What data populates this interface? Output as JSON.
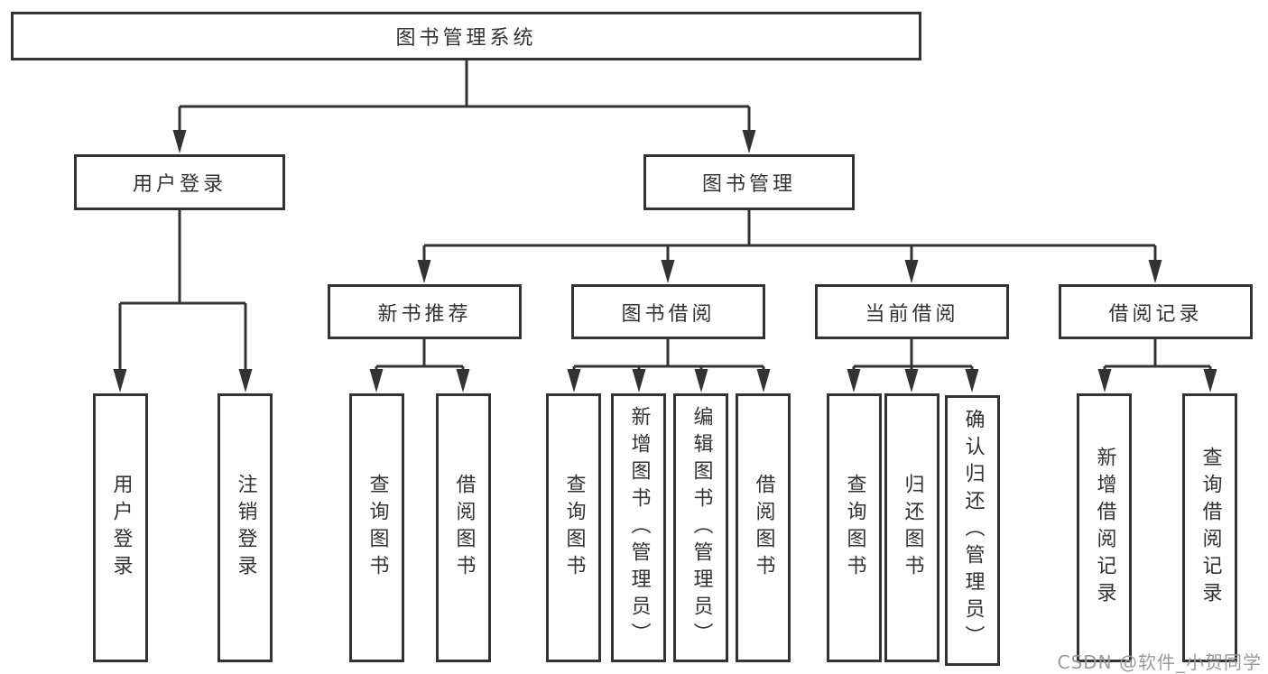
{
  "diagram": {
    "root": {
      "label": "图书管理系统"
    },
    "branches": [
      {
        "label": "用户登录",
        "children": [
          {
            "label": "用户登录"
          },
          {
            "label": "注销登录"
          }
        ]
      },
      {
        "label": "图书管理",
        "children": [
          {
            "label": "新书推荐",
            "children": [
              {
                "label": "查询图书"
              },
              {
                "label": "借阅图书"
              }
            ]
          },
          {
            "label": "图书借阅",
            "children": [
              {
                "label": "查询图书"
              },
              {
                "label": "新增图书（管理员）"
              },
              {
                "label": "编辑图书（管理员）"
              },
              {
                "label": "借阅图书"
              }
            ]
          },
          {
            "label": "当前借阅",
            "children": [
              {
                "label": "查询图书"
              },
              {
                "label": "归还图书"
              },
              {
                "label": "确认归还（管理员）"
              }
            ]
          },
          {
            "label": "借阅记录",
            "children": [
              {
                "label": "新增借阅记录"
              },
              {
                "label": "查询借阅记录"
              }
            ]
          }
        ]
      }
    ],
    "watermark": "CSDN @软件_小贺同学",
    "colors": {
      "line": "#333333",
      "text": "#333333",
      "watermark": "#9a9a9a",
      "background": "#ffffff"
    }
  }
}
